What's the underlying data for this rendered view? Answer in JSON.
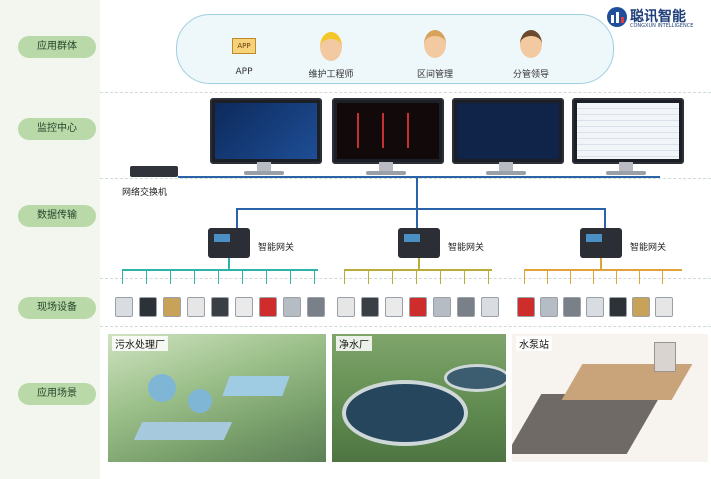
{
  "brand": {
    "name": "聪讯智能",
    "subtitle": "CONGXUN INTELLIGENCE"
  },
  "layers": [
    {
      "label": "应用群体"
    },
    {
      "label": "监控中心"
    },
    {
      "label": "数据传输"
    },
    {
      "label": "现场设备"
    },
    {
      "label": "应用场景"
    }
  ],
  "users": [
    {
      "label": "APP",
      "icon": "app-icon"
    },
    {
      "label": "维护工程师",
      "icon": "engineer-icon"
    },
    {
      "label": "区间管理",
      "icon": "manager-icon"
    },
    {
      "label": "分管领导",
      "icon": "leader-icon"
    }
  ],
  "network": {
    "switch_label": "网络交换机"
  },
  "gateways": [
    {
      "label": "智能网关",
      "bus_color": "#2fb3a6"
    },
    {
      "label": "智能网关",
      "bus_color": "#b9ad3a"
    },
    {
      "label": "智能网关",
      "bus_color": "#e0a33a"
    }
  ],
  "scenes": [
    {
      "label": "污水处理厂"
    },
    {
      "label": "净水厂"
    },
    {
      "label": "水泵站"
    }
  ],
  "colors": {
    "band": "#b9d9a8",
    "bus": "#2b63a8"
  }
}
